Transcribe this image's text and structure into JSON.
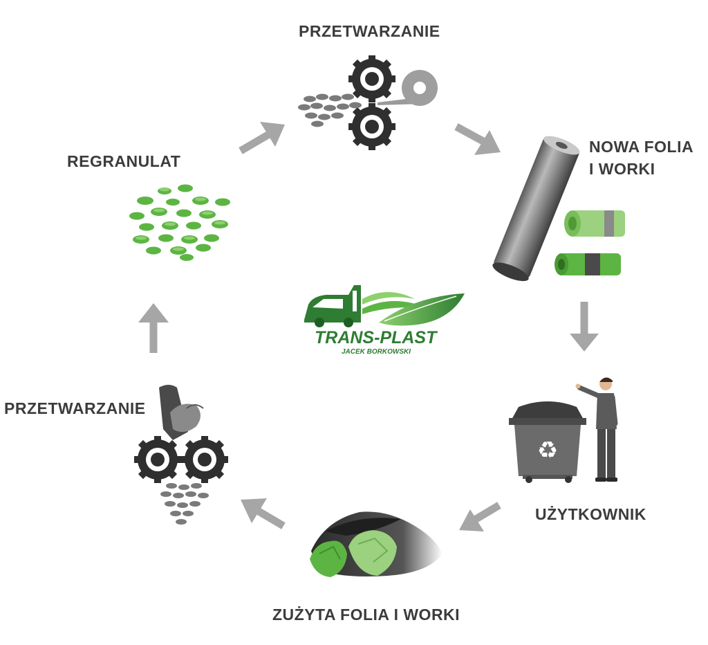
{
  "diagram": {
    "title": "",
    "stages": {
      "top_processing": "PRZETWARZANIE",
      "new_film_line1": "NOWA FOLIA",
      "new_film_line2": "I WORKI",
      "user": "UŻYTKOWNIK",
      "used_film": "ZUŻYTA FOLIA I WORKI",
      "left_processing": "PRZETWARZANIE",
      "regranulate": "REGRANULAT"
    },
    "logo": {
      "name": "TRANS-PLAST",
      "subtitle": "JACEK BORKOWSKI"
    },
    "colors": {
      "green": "#5cb543",
      "dark_green": "#2e7d32",
      "gray": "#a6a6a6",
      "dark_gray": "#3a3a3a",
      "label": "#3c3c3c"
    },
    "icons": [
      "granulator-rollers-icon",
      "film-roll-icon",
      "garbage-bags-icon",
      "recycling-bin-icon",
      "person-icon",
      "used-film-pile-icon",
      "shredder-icon",
      "green-pellets-icon",
      "truck-leaf-logo-icon"
    ]
  }
}
